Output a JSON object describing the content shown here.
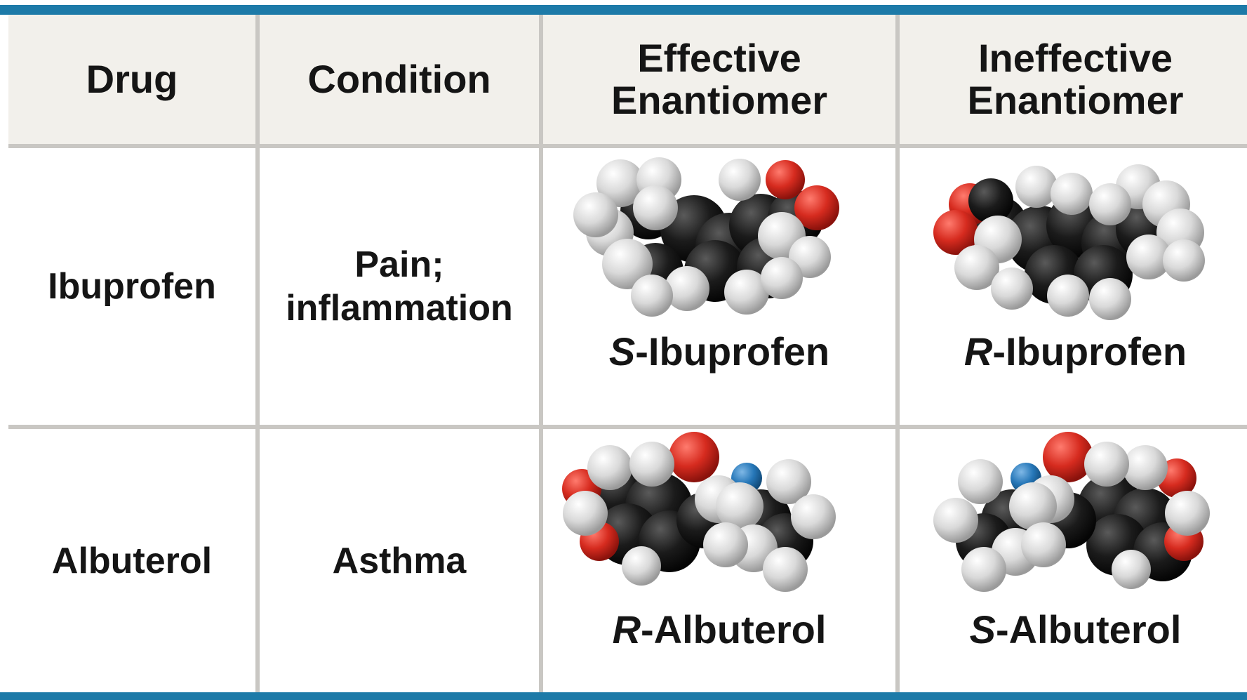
{
  "table": {
    "headers": {
      "drug": "Drug",
      "condition": "Condition",
      "effective_line1": "Effective",
      "effective_line2": "Enantiomer",
      "ineffective_line1": "Ineffective",
      "ineffective_line2": "Enantiomer"
    },
    "rows": [
      {
        "drug": "Ibuprofen",
        "condition_line1": "Pain;",
        "condition_line2": "inflammation",
        "effective_prefix": "S",
        "effective_name": "-Ibuprofen",
        "ineffective_prefix": "R",
        "ineffective_name": "-Ibuprofen"
      },
      {
        "drug": "Albuterol",
        "condition_line1": "Asthma",
        "effective_prefix": "R",
        "effective_name": "-Albuterol",
        "ineffective_prefix": "S",
        "ineffective_name": "-Albuterol"
      }
    ]
  },
  "colors": {
    "accent_rule": "#1d7aa8",
    "header_background": "#f2f0eb",
    "carbon_atom": "#1b1b1b",
    "hydrogen_atom": "#d9d9d9",
    "oxygen_atom": "#d62b1f",
    "nitrogen_atom": "#2677b8"
  },
  "icons": {
    "molecule_icon": "space-filling-molecule-model"
  }
}
